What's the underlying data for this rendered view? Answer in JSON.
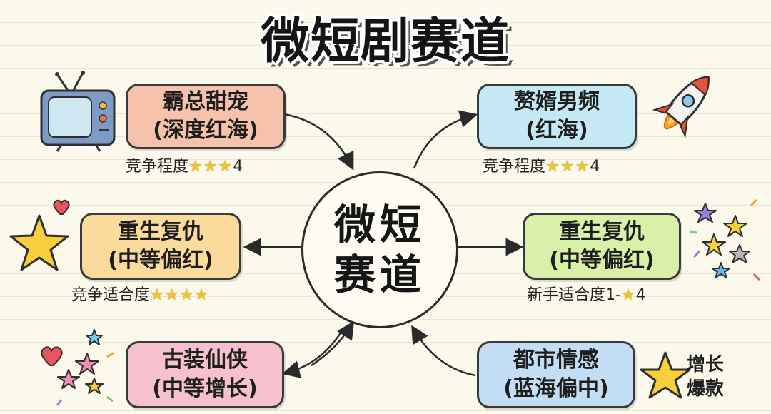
{
  "title": "微短剧赛道",
  "center": {
    "line1": "微短",
    "line2": "赛道"
  },
  "nodes": {
    "top_left": {
      "line1": "霸总甜宠",
      "line2": "(深度红海)",
      "note_label": "竞争程度",
      "note_stars": "★★★",
      "note_value": "4",
      "color": "#f6c2ab"
    },
    "top_right": {
      "line1": "赘婿男频",
      "line2": "(红海)",
      "note_label": "竞争程度",
      "note_stars": "★★★",
      "note_value": "4",
      "color": "#c4e8f4"
    },
    "middle_left": {
      "line1": "重生复仇",
      "line2": "(中等偏红)",
      "note_label": "竞争适合度",
      "note_stars": "★★★★",
      "color": "#fbdb9c"
    },
    "middle_right": {
      "line1": "重生复仇",
      "line2": "(中等偏红)",
      "note_label": "新手适合度1-",
      "note_stars": "★",
      "note_value": "4",
      "color": "#d9f0a8"
    },
    "bottom_left": {
      "line1": "古装仙侠",
      "line2": "(中等增长)",
      "color": "#f6c1cc"
    },
    "bottom_right": {
      "line1": "都市情感",
      "line2": "(蓝海偏中)",
      "side_line1": "增长",
      "side_line2": "爆款",
      "color": "#c3ddf5"
    }
  },
  "icons": [
    "tv-icon",
    "rocket-icon",
    "star-icon",
    "heart-icon",
    "sparkle-stars-icon"
  ]
}
